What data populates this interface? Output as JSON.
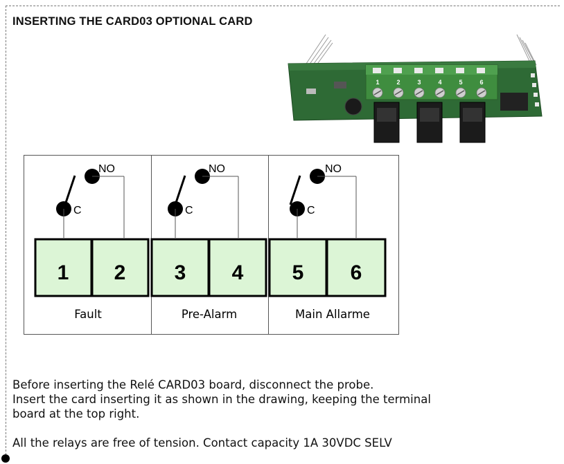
{
  "title": "INSERTING THE CARD03 OPTIONAL CARD",
  "board_photo": {
    "terminal_numbers": [
      "1",
      "2",
      "3",
      "4",
      "5",
      "6"
    ]
  },
  "relays": [
    {
      "group": "Fault",
      "contact_no": "NO",
      "contact_c": "C",
      "terminals": [
        "1",
        "2"
      ]
    },
    {
      "group": "Pre-Alarm",
      "contact_no": "NO",
      "contact_c": "C",
      "terminals": [
        "3",
        "4"
      ]
    },
    {
      "group": "Main Allarme",
      "contact_no": "NO",
      "contact_c": "C",
      "terminals": [
        "5",
        "6"
      ]
    }
  ],
  "colors": {
    "terminal_fill": "#dcf5d6",
    "pcb_green": "#2e6a35",
    "terminal_block_green": "#3f8d3f",
    "relay_black": "#1b1b1b"
  },
  "instructions": {
    "line1": "Before inserting the Relé CARD03 board, disconnect the probe.",
    "line2": "Insert the card inserting it as shown in the drawing, keeping the terminal",
    "line3": "board at the top right.",
    "line4": "All the relays are free of tension. Contact capacity 1A 30VDC SELV"
  }
}
